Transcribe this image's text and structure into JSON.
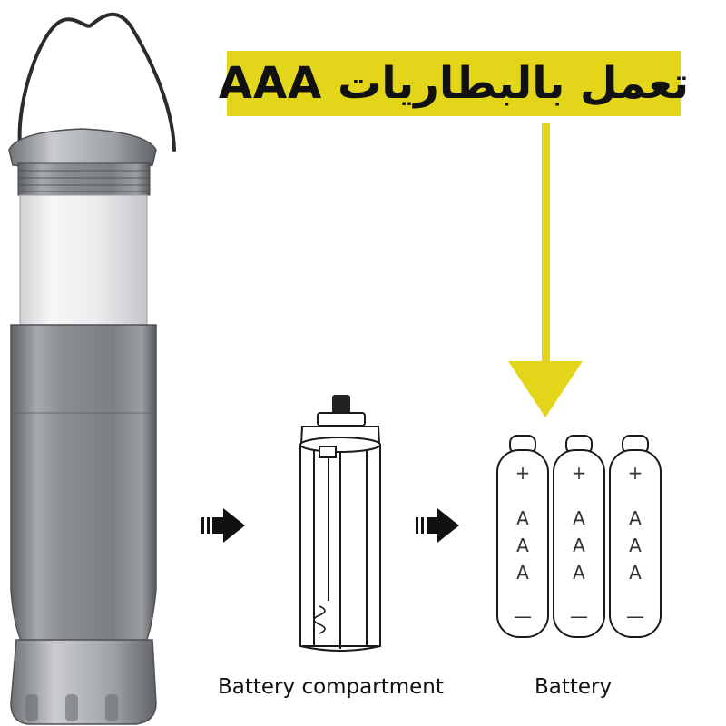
{
  "banner": {
    "text": "تعمل بالبطاريات AAA",
    "background": "#e3d51a",
    "arrow_color": "#e3d51a"
  },
  "captions": {
    "compartment": "Battery compartment",
    "battery": "Battery"
  },
  "battery_marks": {
    "plus": "+",
    "minus": "—",
    "letters": [
      "A",
      "A",
      "A"
    ]
  },
  "icons": {
    "flow_arrow": "double-arrow-right-icon",
    "down_arrow": "arrow-down-icon",
    "lantern": "lantern-icon",
    "compartment": "battery-compartment-icon",
    "battery": "aaa-battery-icon"
  }
}
